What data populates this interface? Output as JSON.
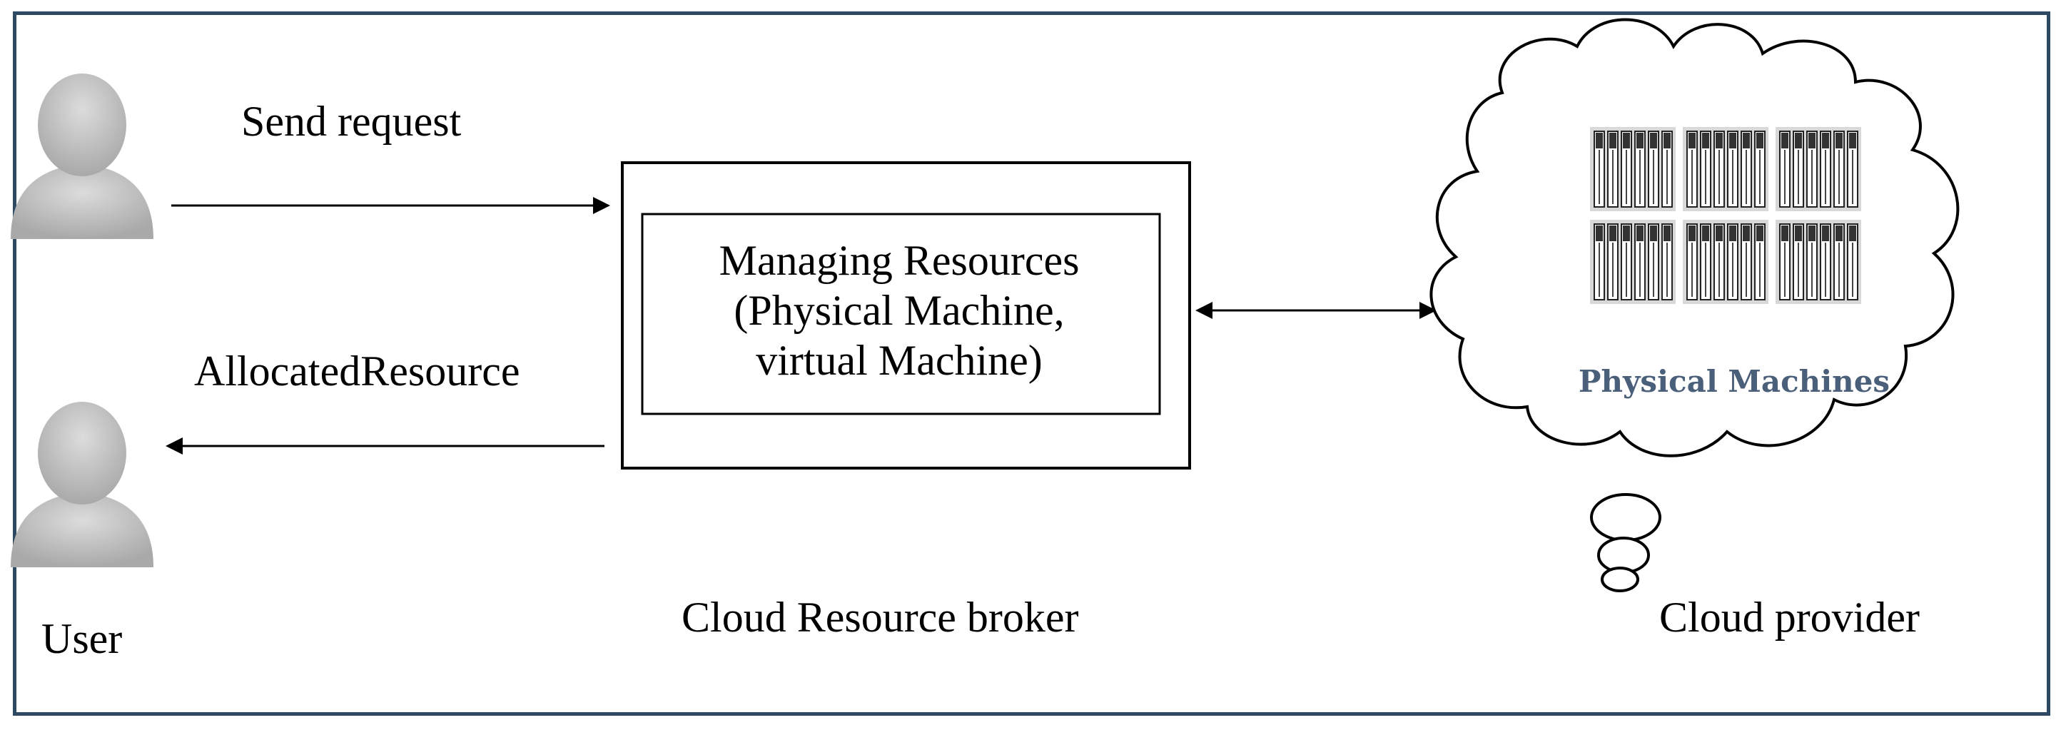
{
  "labels": {
    "send_request": "Send request",
    "allocated_resource": "AllocatedResource",
    "user": "User",
    "broker": "Cloud Resource broker",
    "provider": "Cloud provider",
    "physical_machines": "Physical Machines"
  },
  "manager": {
    "lines": [
      "Managing Resources",
      "(Physical Machine,",
      "virtual Machine)"
    ]
  },
  "colors": {
    "frame": "#2e4a63",
    "user_icon": "#c3c3c3",
    "rack": "#d8d8d8",
    "pm_label": "#4a5f7a"
  },
  "icons": [
    "user-icon",
    "server-rack-icon",
    "cloud-icon"
  ]
}
